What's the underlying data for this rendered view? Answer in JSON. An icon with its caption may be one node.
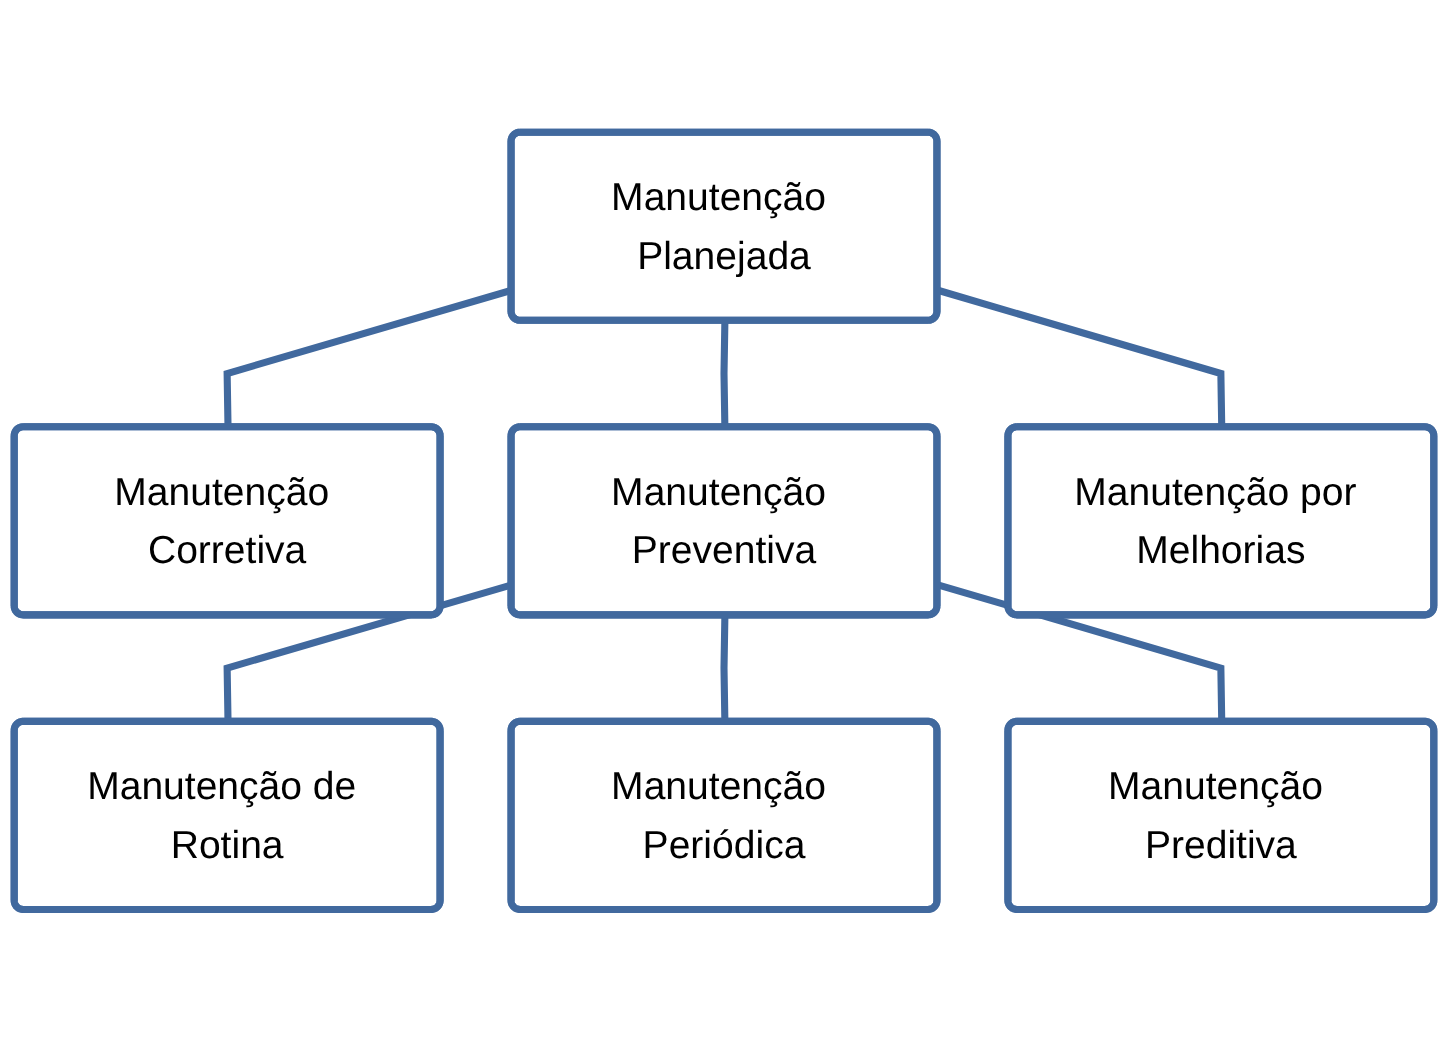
{
  "diagram": {
    "nodes": [
      {
        "text": [
          "Manutenção Planejada"
        ]
      },
      {
        "text": [
          "Manutenção Corretiva"
        ]
      },
      {
        "text": [
          "Manutenção Preventiva"
        ]
      },
      {
        "text": [
          "Manutenção por Melhorias"
        ]
      },
      {
        "text": [
          "Manutenção de Rotina"
        ]
      },
      {
        "text": [
          "Manutenção Periódica"
        ]
      },
      {
        "text": [
          "Manutenção Preditiva"
        ]
      }
    ],
    "edges": [
      {
        "from": 0,
        "to": 1,
        "arrow": "none"
      },
      {
        "from": 0,
        "to": 2,
        "arrow": "none"
      },
      {
        "from": 0,
        "to": 3,
        "arrow": "none"
      },
      {
        "from": 2,
        "to": 4,
        "arrow": "none"
      },
      {
        "from": 2,
        "to": 5,
        "arrow": "none"
      },
      {
        "from": 2,
        "to": 6,
        "arrow": "none"
      }
    ]
  }
}
